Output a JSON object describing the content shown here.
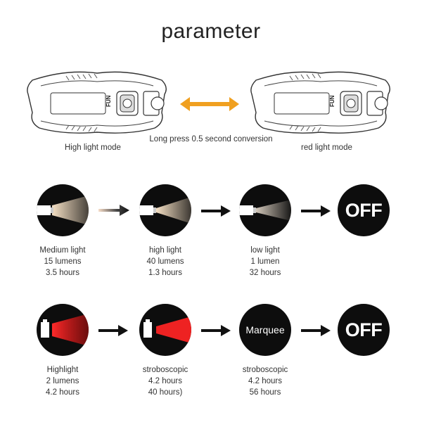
{
  "title": "parameter",
  "modes": {
    "left_label": "High light mode",
    "right_label": "red light mode",
    "device_button_text": "FUN",
    "conversion_label": "Long press 0.5 second conversion",
    "arrow_color": "#f0a020"
  },
  "white_row": [
    {
      "name": "Medium light",
      "lumens": "15 lumens",
      "hours": "3.5 hours"
    },
    {
      "name": "high light",
      "lumens": "40 lumens",
      "hours": "1.3 hours"
    },
    {
      "name": "low light",
      "lumens": "1 lumen",
      "hours": "32 hours"
    },
    {
      "off": "OFF"
    }
  ],
  "red_row": [
    {
      "name": "Highlight",
      "lumens": "2 lumens",
      "hours": "4.2 hours"
    },
    {
      "name": "stroboscopic",
      "lumens": "4.2 hours",
      "hours": "40 hours)"
    },
    {
      "name": "stroboscopic",
      "lumens": "4.2 hours",
      "hours": "56 hours",
      "badge": "Marquee"
    },
    {
      "off": "OFF"
    }
  ],
  "colors": {
    "circle_bg": "#0d0d0d",
    "beam_white": "#f0d8b8",
    "beam_red": "#ee2222",
    "orange_arrow": "#f0a020"
  }
}
